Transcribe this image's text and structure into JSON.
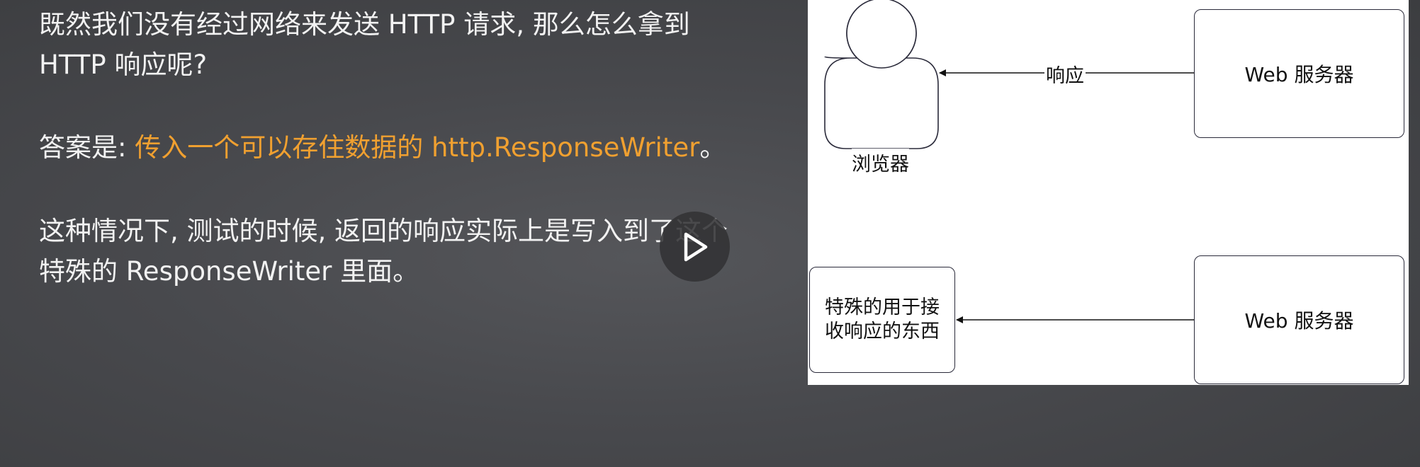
{
  "slide": {
    "paragraph1": "既然我们没有经过网络来发送 HTTP 请求, 那么怎么拿到 HTTP 响应呢?",
    "paragraph2_prefix": "答案是: ",
    "paragraph2_highlight": "传入一个可以存住数据的 http.ResponseWriter",
    "paragraph2_suffix": "。",
    "paragraph3": "这种情况下, 测试的时候, 返回的响应实际上是写入到了这个特殊的 ResponseWriter 里面。",
    "highlight_color": "#f0a030"
  },
  "player": {
    "play_icon": "play-icon"
  },
  "diagram": {
    "browser_label": "浏览器",
    "response_label": "响应",
    "server_top": "Web 服务器",
    "server_bottom": "Web 服务器",
    "receiver_line1": "特殊的用于接",
    "receiver_line2": "收响应的东西"
  }
}
